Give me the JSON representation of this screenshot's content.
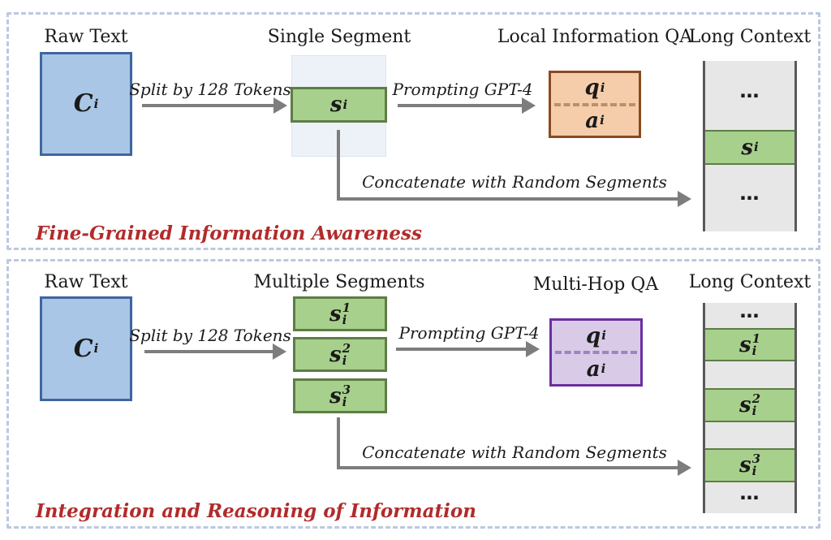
{
  "colors": {
    "panel_border": "#bcc8e0",
    "raw_text_fill": "#a9c6e6",
    "raw_text_border": "#3f66a0",
    "segment_fill": "#a8d08d",
    "segment_border": "#5e7d45",
    "segment_backdrop": "#edf2f8",
    "qa_local_fill": "#f6cdab",
    "qa_local_border": "#8a4a1f",
    "qa_multihop_fill": "#d9cbe8",
    "qa_multihop_border": "#6b2fa0",
    "context_fill": "#e8e7e7",
    "context_side_border": "#5a5a5a",
    "arrow": "#7d7d7d",
    "caption_red": "#b22b2b"
  },
  "panel1": {
    "caption": "Fine-Grained Information Awareness",
    "raw_text_title": "Raw Text",
    "raw_symbol": {
      "base": "C",
      "sup": "",
      "sub": "i"
    },
    "split_label": "Split by 128 Tokens",
    "segment_title": "Single Segment",
    "segment_symbol": {
      "base": "s",
      "sup": "",
      "sub": "i"
    },
    "prompt_label": "Prompting GPT-4",
    "qa_title": "Local Information QA",
    "qa_q": {
      "base": "q",
      "sup": "",
      "sub": "i"
    },
    "qa_a": {
      "base": "a",
      "sup": "",
      "sub": "i"
    },
    "concat_label": "Concatenate with Random Segments",
    "context_title": "Long Context",
    "context_rows": [
      {
        "text": "⋯"
      },
      {
        "symbol": {
          "base": "s",
          "sup": "",
          "sub": "i"
        }
      },
      {
        "text": "⋯"
      }
    ]
  },
  "panel2": {
    "caption": "Integration and Reasoning of Information",
    "raw_text_title": "Raw Text",
    "raw_symbol": {
      "base": "C",
      "sup": "",
      "sub": "i"
    },
    "split_label": "Split by 128 Tokens",
    "segments_title": "Multiple Segments",
    "segment_symbols": [
      {
        "base": "s",
        "sup": "1",
        "sub": "i"
      },
      {
        "base": "s",
        "sup": "2",
        "sub": "i"
      },
      {
        "base": "s",
        "sup": "3",
        "sub": "i"
      }
    ],
    "prompt_label": "Prompting GPT-4",
    "qa_title": "Multi-Hop QA",
    "qa_q": {
      "base": "q",
      "sup": "",
      "sub": "i"
    },
    "qa_a": {
      "base": "a",
      "sup": "",
      "sub": "i"
    },
    "concat_label": "Concatenate with Random Segments",
    "context_title": "Long Context",
    "context_rows": [
      {
        "text": "⋯"
      },
      {
        "symbol": {
          "base": "s",
          "sup": "1",
          "sub": "i"
        }
      },
      {
        "text": ""
      },
      {
        "symbol": {
          "base": "s",
          "sup": "2",
          "sub": "i"
        }
      },
      {
        "text": ""
      },
      {
        "symbol": {
          "base": "s",
          "sup": "3",
          "sub": "i"
        }
      },
      {
        "text": "⋯"
      }
    ]
  }
}
